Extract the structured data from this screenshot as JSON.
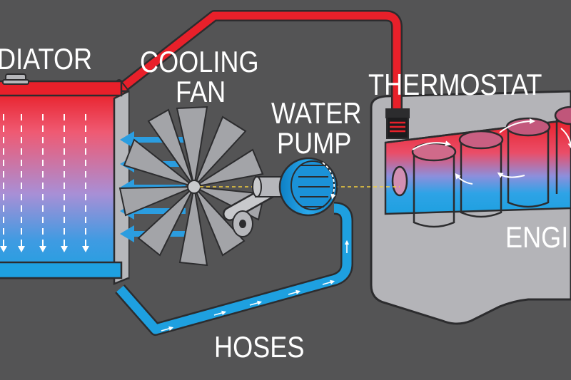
{
  "labels": {
    "radiator": "DIATOR",
    "cooling_fan_line1": "COOLING",
    "cooling_fan_line2": "FAN",
    "water_pump_line1": "WATER",
    "water_pump_line2": "PUMP",
    "thermostat": "THERMOSTAT",
    "engine": "ENGI",
    "hoses": "HOSES"
  },
  "colors": {
    "background": "#545455",
    "hot_coolant": "#e8202a",
    "cold_coolant": "#1ea0e0",
    "engine_block": "#b4b4b8",
    "fan_blade": "#a3a4a8",
    "airflow_arrow": "#2b9de0",
    "label_text": "#ffffff"
  },
  "icons": [
    "radiator-icon",
    "cooling-fan-icon",
    "water-pump-icon",
    "thermostat-icon",
    "engine-block-icon",
    "upper-hose-icon",
    "lower-hose-icon",
    "airflow-arrow-icon",
    "coolant-flow-arrow-icon"
  ]
}
